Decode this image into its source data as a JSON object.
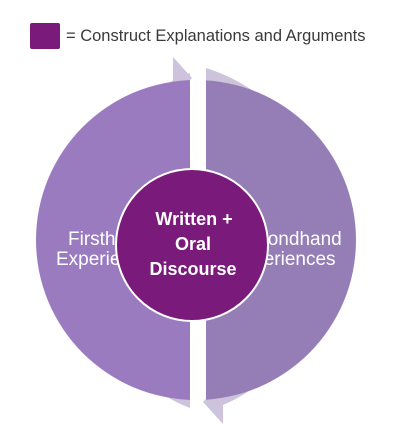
{
  "legend": {
    "swatch_color": "#7a1a7a",
    "text": "= Construct Explanations and Arguments"
  },
  "left_half": {
    "line1": "Firsthand",
    "line2": "Experiences",
    "color": "#9a7bbf"
  },
  "right_half": {
    "line1": "Secondhand",
    "line2": "Experiences",
    "color": "#957db6"
  },
  "center": {
    "line1": "Written +",
    "line2": "Oral",
    "line3": "Discourse",
    "color": "#7a1a7a"
  },
  "cycle_arrow_color": "#cdc3dc",
  "cycle_arrow_icons": [
    "arrow-up-icon",
    "arrow-down-left-icon"
  ]
}
